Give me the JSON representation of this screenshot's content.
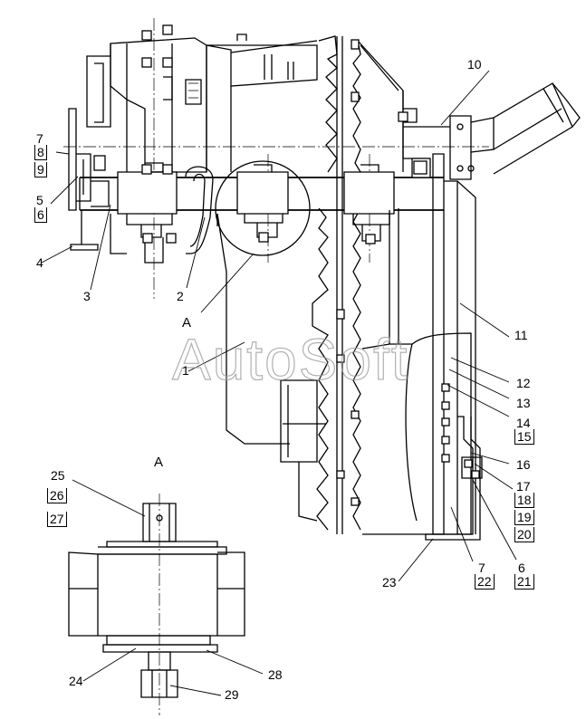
{
  "watermark": "AutoSoft",
  "view_labels": {
    "top": "A",
    "detail": "A"
  },
  "callouts": {
    "c1": "1",
    "c2": "2",
    "c3": "3",
    "c4": "4",
    "c5": "5",
    "c6": "6",
    "c7": "7",
    "c8": "8",
    "c9": "9",
    "c10": "10",
    "c11": "11",
    "c12": "12",
    "c13": "13",
    "c14": "14",
    "c15": "15",
    "c16": "16",
    "c17": "17",
    "c18": "18",
    "c19": "19",
    "c20": "20",
    "c6b": "6",
    "c21": "21",
    "c7b": "7",
    "c22": "22",
    "c23": "23",
    "c24": "24",
    "c25": "25",
    "c26": "26",
    "c27": "27",
    "c28": "28",
    "c29": "29"
  }
}
